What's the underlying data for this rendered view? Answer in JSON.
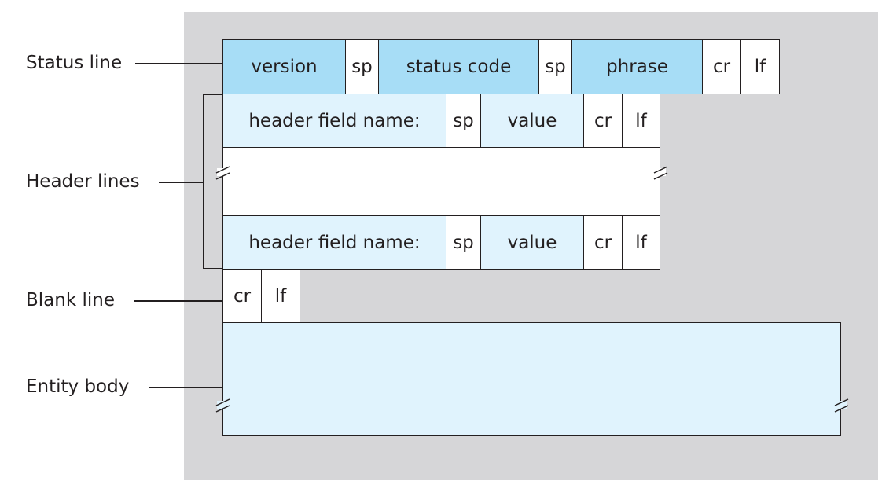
{
  "labels": {
    "status_line": "Status line",
    "header_lines": "Header lines",
    "blank_line": "Blank line",
    "entity_body": "Entity body"
  },
  "status_line": {
    "version": "version",
    "sp1": "sp",
    "status_code": "status code",
    "sp2": "sp",
    "phrase": "phrase",
    "cr": "cr",
    "lf": "lf"
  },
  "header_line": {
    "name": "header field name:",
    "sp": "sp",
    "value": "value",
    "cr": "cr",
    "lf": "lf"
  },
  "blank_line": {
    "cr": "cr",
    "lf": "lf"
  },
  "colors": {
    "panel_bg": "#d6d6d8",
    "dark_blue": "#a7ddf6",
    "light_blue": "#e0f3fd",
    "stroke": "#231f20"
  }
}
